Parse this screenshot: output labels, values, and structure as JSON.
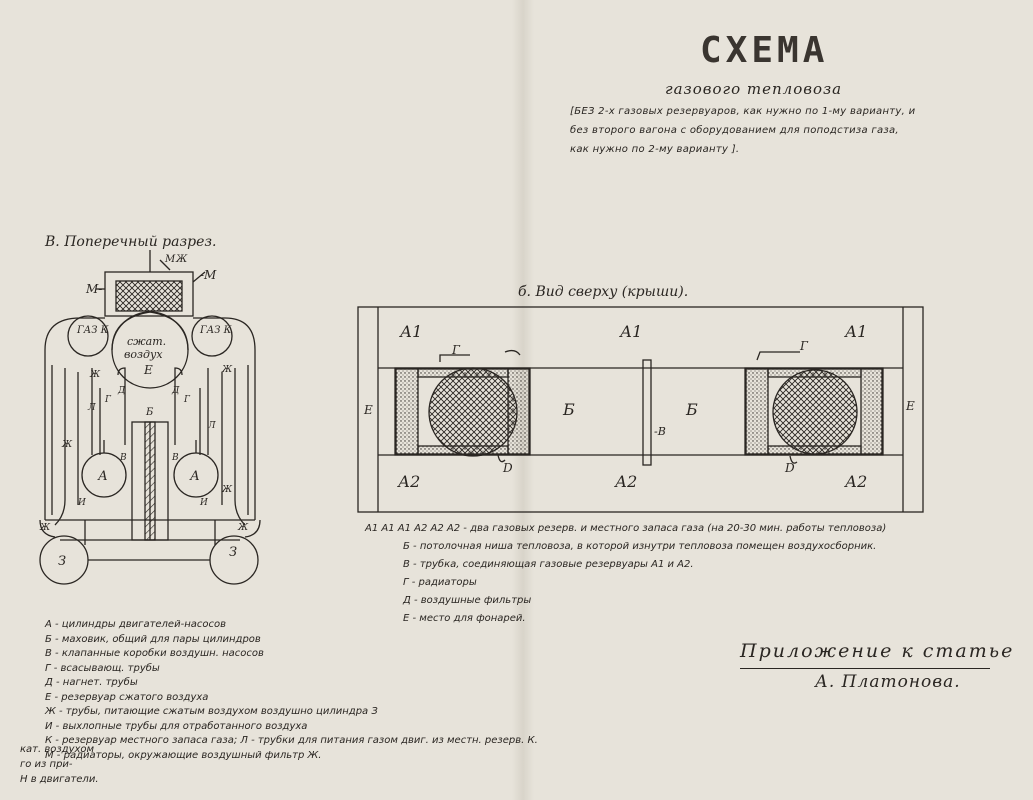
{
  "header": {
    "title": "СХЕМА",
    "subtitle": "газового тепловоза",
    "note_lines": [
      "[БЕЗ 2-х газовых резервуаров, как нужно по 1-му варианту, и",
      "без второго вагона с оборудованием для поподстиза газа,",
      "как нужно по 2-му варианту ]."
    ]
  },
  "cross_section": {
    "title": "В. Поперечный разрез.",
    "labels": {
      "m_left": "М-",
      "m_right": "-М",
      "m_top": "М",
      "zh_top": "Ж",
      "gaz_left": "ГАЗ К",
      "gaz_right": "ГАЗ К",
      "air_1": "сжат.",
      "air_2": "воздух",
      "air_e": "Е",
      "a_left": "А",
      "a_right": "А",
      "b_center": "Б",
      "v_left": "В",
      "v_right": "В",
      "z_left": "З",
      "z_right": "З",
      "d_left": "Д",
      "d_right": "Д",
      "g_left": "Г",
      "g_right": "Г",
      "zh_l1": "Ж",
      "zh_l2": "Ж",
      "zh_r1": "Ж",
      "zh_r2": "Ж",
      "l_left": "Л",
      "l_right": "Л",
      "i_left": "И",
      "i_right": "И",
      "zh_bl": "Ж",
      "zh_br": "Ж"
    },
    "legend": [
      "А - цилиндры двигателей-насосов",
      "Б - маховик, общий для пары цилиндров",
      "В - клапанные коробки воздушн. насосов",
      "Г - всасывающ. трубы",
      "Д - нагнет. трубы",
      "Е - резервуар сжатого воздуха",
      "Ж - трубы, питающие сжатым воздухом воздушно цилиндра З",
      "И - выхлопные трубы для отработанного воздуха",
      "К - резервуар местного запаса газа; Л - трубки для питания газом двиг. из местн. резерв. К.",
      "М - радиаторы, окружающие воздушный фильтр Ж."
    ],
    "leftover": [
      "кат. воздухом",
      "го из при-",
      "Н в двигатели."
    ]
  },
  "top_view": {
    "title": "б. Вид сверху (крыши).",
    "labels": {
      "a1_left": "А1",
      "a1_mid": "А1",
      "a1_right": "А1",
      "a2_left": "А2",
      "a2_mid": "А2",
      "a2_right": "А2",
      "b_left": "Б",
      "b_right": "Б",
      "v": "-В",
      "g_left": "Г",
      "g_right": "Г",
      "d_left": "D",
      "d_right": "D",
      "e_left": "Е",
      "e_right": "Е"
    },
    "legend": [
      "А1 А1 А1 А2 А2 А2 - два газовых резерв. и местного запаса газа (на 20-30 мин. работы тепловоза)",
      "Б - потолочная ниша тепловоза, в которой изнутри тепловоза помещен воздухосборник.",
      "В - трубка, соединяющая газовые резервуары А1 и А2.",
      "Г - радиаторы",
      "Д - воздушные фильтры",
      "Е - место для фонарей."
    ]
  },
  "signature": {
    "line1": "Приложение к статье",
    "line2": "А. Платонова."
  },
  "colors": {
    "paper": "#e7e3da",
    "ink": "#2a2622"
  }
}
